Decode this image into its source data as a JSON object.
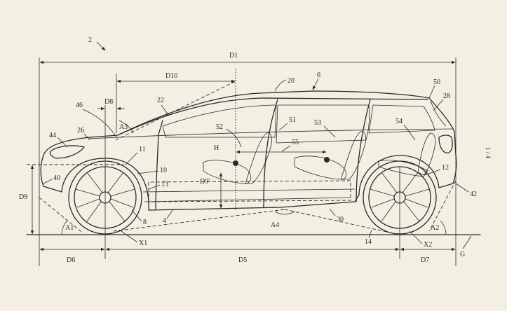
{
  "figure_ref": "2",
  "page_marker": "1 / 4",
  "dimensions": {
    "d1": "D1",
    "d5": "D5",
    "d6": "D6",
    "d7": "D7",
    "d8": "D8",
    "d9": "D9",
    "d9p": "D9'",
    "d10": "D10",
    "h": "H",
    "g": "G",
    "x1": "X1",
    "x2": "X2",
    "a1": "A1",
    "a2": "A2",
    "a3": "A3",
    "a4": "A4"
  },
  "refs": {
    "r2": "2",
    "r4": "4",
    "r6": "6",
    "r8": "8",
    "r10": "10",
    "r11": "11",
    "r12": "12",
    "r13": "13",
    "r14": "14",
    "r20": "20",
    "r22": "22",
    "r26": "26",
    "r28": "28",
    "r30": "30",
    "r40": "40",
    "r42": "42",
    "r44": "44",
    "r46": "46",
    "r50": "50",
    "r51": "51",
    "r52": "52",
    "r53": "53",
    "r54": "54",
    "r55": "55"
  }
}
